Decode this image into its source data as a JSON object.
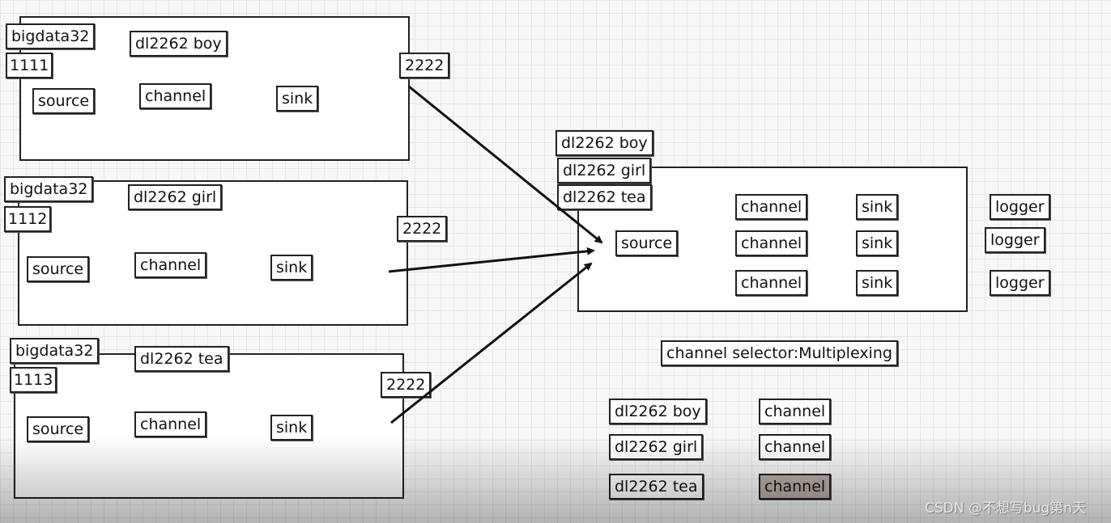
{
  "agents": [
    {
      "host": "bigdata32",
      "port_in": "1111",
      "header": "dl2262 boy",
      "source": "source",
      "channel": "channel",
      "sink": "sink",
      "port_out": "2222"
    },
    {
      "host": "bigdata32",
      "port_in": "1112",
      "header": "dl2262 girl",
      "source": "source",
      "channel": "channel",
      "sink": "sink",
      "port_out": "2222"
    },
    {
      "host": "bigdata32",
      "port_in": "1113",
      "header": "dl2262 tea",
      "source": "source",
      "channel": "channel",
      "sink": "sink",
      "port_out": "2222"
    }
  ],
  "collector": {
    "headers": [
      "dl2262 boy",
      "dl2262 girl",
      "dl2262 tea"
    ],
    "source": "source",
    "channels": [
      "channel",
      "channel",
      "channel"
    ],
    "sinks": [
      "sink",
      "sink",
      "sink"
    ],
    "loggers": [
      "logger",
      "logger",
      "logger"
    ]
  },
  "selector": {
    "label": "channel selector:Multiplexing",
    "mapping": [
      {
        "header": "dl2262 boy",
        "channel": "channel"
      },
      {
        "header": "dl2262 girl",
        "channel": "channel"
      },
      {
        "header": "dl2262 tea",
        "channel": "channel",
        "selected": true
      }
    ]
  },
  "colors": {
    "line": "#222222",
    "selected_fill": "#b9aaa6",
    "grid": "#e6e6e6"
  },
  "watermark": "CSDN @不想写bug第n天"
}
